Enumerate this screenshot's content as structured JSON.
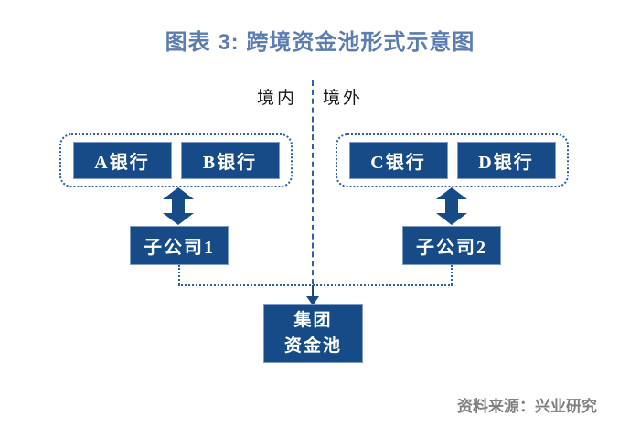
{
  "title": "图表 3: 跨境资金池形式示意图",
  "divider": {
    "left_label": "境内",
    "right_label": "境外"
  },
  "left_group": {
    "banks": [
      {
        "label": "A银行"
      },
      {
        "label": "B银行"
      }
    ],
    "subsidiary": "子公司1"
  },
  "right_group": {
    "banks": [
      {
        "label": "C银行"
      },
      {
        "label": "D银行"
      }
    ],
    "subsidiary": "子公司2"
  },
  "pool": {
    "line1": "集团",
    "line2": "资金池"
  },
  "source": "资料来源：兴业研究",
  "icons": {
    "exchange": "double-headed-arrow",
    "flow": "down-arrow"
  },
  "colors": {
    "navy": "#164B87",
    "line": "#2F5FA8",
    "title": "#5C7DB1",
    "source": "#7F7F7F"
  }
}
